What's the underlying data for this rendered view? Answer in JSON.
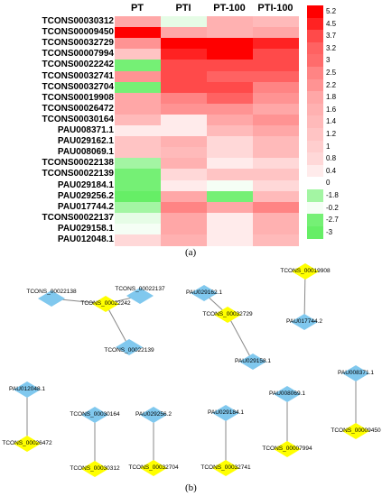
{
  "chart_data": [
    {
      "type": "heatmap",
      "rows": [
        "TCONS00030312",
        "TCONS00009450",
        "TCONS00032729",
        "TCONS00007994",
        "TCONS00022242",
        "TCONS00032741",
        "TCONS00032704",
        "TCONS00019908",
        "TCONS00026472",
        "TCONS00030164",
        "PAU008371.1",
        "PAU029162.1",
        "PAU008069.1",
        "TCONS00022138",
        "TCONS00022139",
        "PAU029184.1",
        "PAU029256.2",
        "PAU017744.2",
        "TCONS00022137",
        "PAU029158.1",
        "PAU012048.1"
      ],
      "columns": [
        "PT",
        "PTI",
        "PT-100",
        "PTI-100"
      ],
      "values": [
        [
          1.8,
          -0.5,
          1.6,
          1.4
        ],
        [
          5.2,
          1.8,
          1.6,
          1.8
        ],
        [
          2.2,
          5.2,
          5.2,
          4.5
        ],
        [
          1.2,
          4.5,
          5.2,
          3.7
        ],
        [
          -2.7,
          3.7,
          3.7,
          3.7
        ],
        [
          2.2,
          3.7,
          3.2,
          3.2
        ],
        [
          -2.7,
          3.7,
          3.7,
          2.5
        ],
        [
          1.8,
          2.5,
          3.2,
          2.2
        ],
        [
          1.8,
          2.2,
          2.2,
          1.8
        ],
        [
          1.4,
          0.4,
          1.8,
          2.2
        ],
        [
          0.4,
          0.4,
          1.4,
          1.8
        ],
        [
          1.2,
          1.6,
          0.8,
          1.4
        ],
        [
          1.2,
          1.4,
          0.8,
          1.4
        ],
        [
          -1.8,
          1.6,
          0.4,
          0.8
        ],
        [
          -2.7,
          0.8,
          1.2,
          1.2
        ],
        [
          -2.7,
          0.4,
          -0.2,
          0.8
        ],
        [
          -3,
          1.8,
          -2.7,
          1.4
        ],
        [
          -1.8,
          2.5,
          1.8,
          2.5
        ],
        [
          -0.5,
          1.8,
          0.4,
          1.6
        ],
        [
          -0.2,
          1.8,
          0.4,
          1.6
        ],
        [
          0.8,
          1.6,
          0.4,
          1.4
        ]
      ],
      "legend_ticks": [
        "5.2",
        "4.5",
        "3.7",
        "3.2",
        "3",
        "2.5",
        "2.2",
        "1.8",
        "1.6",
        "1.4",
        "1.2",
        "1",
        "0.8",
        "0.4",
        "0",
        "-1.8",
        "-0.2",
        "-2.7",
        "-3"
      ],
      "colors": {
        "high": "#ff0000",
        "mid": "#ffffff",
        "low": "#66ee66"
      }
    }
  ],
  "panel_labels": {
    "a": "(a)",
    "b": "(b)"
  },
  "network": {
    "node_colors": {
      "blue": "#80c8ee",
      "yellow": "#ffff00"
    },
    "nodes": [
      {
        "id": "TCONS_00022137",
        "color": "blue"
      },
      {
        "id": "TCONS_00022138",
        "color": "blue"
      },
      {
        "id": "TCONS_00022242",
        "color": "yellow"
      },
      {
        "id": "TCONS_00022139",
        "color": "blue"
      },
      {
        "id": "PAU029162.1",
        "color": "blue"
      },
      {
        "id": "TCONS_00032729",
        "color": "yellow"
      },
      {
        "id": "PAU029158.1",
        "color": "blue"
      },
      {
        "id": "TCONS_00019908",
        "color": "yellow"
      },
      {
        "id": "PAU017744.2",
        "color": "blue"
      },
      {
        "id": "PAU012048.1",
        "color": "blue"
      },
      {
        "id": "TCONS_00026472",
        "color": "yellow"
      },
      {
        "id": "TCONS_00030164",
        "color": "blue"
      },
      {
        "id": "TCONS_00030312",
        "color": "yellow"
      },
      {
        "id": "PAU029256.2",
        "color": "blue"
      },
      {
        "id": "TCONS_00032704",
        "color": "yellow"
      },
      {
        "id": "PAU029184.1",
        "color": "blue"
      },
      {
        "id": "TCONS_00032741",
        "color": "yellow"
      },
      {
        "id": "PAU008069.1",
        "color": "blue"
      },
      {
        "id": "TCONS_00007994",
        "color": "yellow"
      },
      {
        "id": "PAU008371.1",
        "color": "blue"
      },
      {
        "id": "TCONS_00009450",
        "color": "yellow"
      }
    ],
    "edges": [
      [
        "TCONS_00022242",
        "TCONS_00022137"
      ],
      [
        "TCONS_00022242",
        "TCONS_00022138"
      ],
      [
        "TCONS_00022242",
        "TCONS_00022139"
      ],
      [
        "PAU029162.1",
        "TCONS_00032729"
      ],
      [
        "TCONS_00032729",
        "PAU029158.1"
      ],
      [
        "TCONS_00019908",
        "PAU017744.2"
      ],
      [
        "PAU012048.1",
        "TCONS_00026472"
      ],
      [
        "TCONS_00030164",
        "TCONS_00030312"
      ],
      [
        "PAU029256.2",
        "TCONS_00032704"
      ],
      [
        "PAU029184.1",
        "TCONS_00032741"
      ],
      [
        "PAU008069.1",
        "TCONS_00007994"
      ],
      [
        "PAU008371.1",
        "TCONS_00009450"
      ]
    ]
  }
}
